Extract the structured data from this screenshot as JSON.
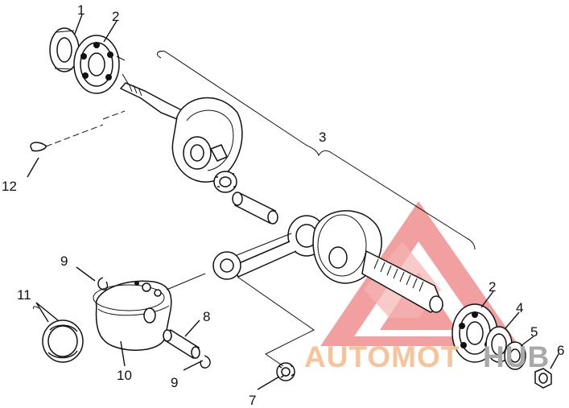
{
  "callouts": {
    "c1": "1",
    "c2a": "2",
    "c3": "3",
    "c2b": "2",
    "c4": "4",
    "c5": "5",
    "c6": "6",
    "c7": "7",
    "c8": "8",
    "c9a": "9",
    "c9b": "9",
    "c10": "10",
    "c11": "11",
    "c12": "12"
  },
  "watermark": {
    "text_orange": "AUTOMOT",
    "text_gray": "HUB",
    "colors": {
      "logo": "#f08f8f",
      "text_orange": "#f7c39a",
      "text_gray": "#a9a9a9"
    }
  }
}
